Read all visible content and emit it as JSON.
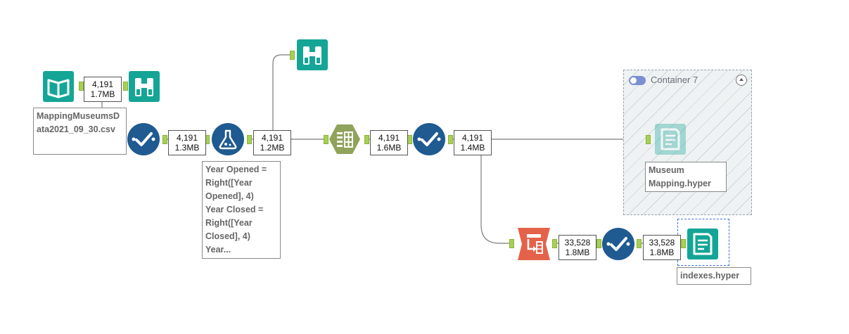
{
  "badges": {
    "b1": {
      "records": "4,191",
      "size": "1.7MB"
    },
    "b2": {
      "records": "4,191",
      "size": "1.3MB"
    },
    "b3": {
      "records": "4,191",
      "size": "1.2MB"
    },
    "b4": {
      "records": "4,191",
      "size": "1.6MB"
    },
    "b5": {
      "records": "4,191",
      "size": "1.4MB"
    },
    "b6": {
      "records": "33,528",
      "size": "1.8MB"
    },
    "b7": {
      "records": "33,528",
      "size": "1.8MB"
    }
  },
  "annotations": {
    "input_file": "MappingMuseumsData2021_09_30.csv",
    "formula": "Year Opened =\nRight([Year\nOpened], 4)\nYear Closed =\nRight([Year\nClosed], 4)\nYear...",
    "output_museum": "Museum Mapping.hyper",
    "output_indexes": "indexes.hyper"
  },
  "container": {
    "title": "Container 7",
    "enabled": true
  },
  "tools": [
    {
      "id": "input",
      "icon": "input-data-book-icon",
      "color": "#15a596"
    },
    {
      "id": "browse1",
      "icon": "browse-binoculars-icon",
      "color": "#15a596"
    },
    {
      "id": "browse2",
      "icon": "browse-binoculars-icon",
      "color": "#15a596"
    },
    {
      "id": "select1",
      "icon": "select-check-icon",
      "color": "#1f5a91"
    },
    {
      "id": "formula",
      "icon": "formula-flask-icon",
      "color": "#1f5a91"
    },
    {
      "id": "table",
      "icon": "table-grid-icon",
      "color": "#8fa35b"
    },
    {
      "id": "select2",
      "icon": "select-check-icon",
      "color": "#1f5a91"
    },
    {
      "id": "transpose",
      "icon": "transpose-icon",
      "color": "#e5624a"
    },
    {
      "id": "select3",
      "icon": "select-check-icon",
      "color": "#1f5a91"
    },
    {
      "id": "output1",
      "icon": "output-data-icon",
      "color": "#15a596"
    },
    {
      "id": "output2",
      "icon": "output-data-icon",
      "color": "#15a596"
    }
  ]
}
